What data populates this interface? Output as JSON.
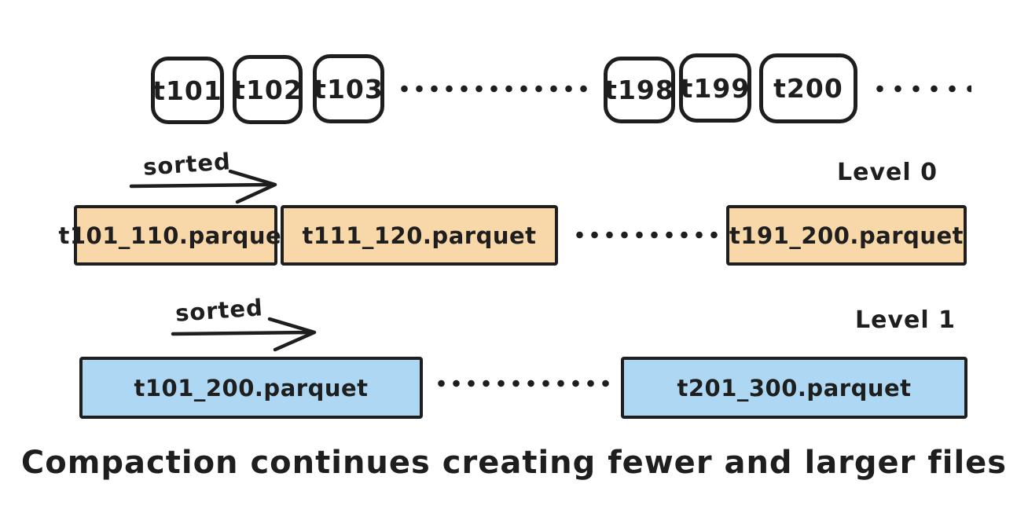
{
  "colors": {
    "stroke": "#1e1e1e",
    "level0_fill": "#f8d8a9",
    "level1_fill": "#add7f3",
    "background": "#ffffff"
  },
  "timeline": {
    "events_left": [
      "t101",
      "t102",
      "t103"
    ],
    "events_right": [
      "t198",
      "t199",
      "t200"
    ]
  },
  "level0": {
    "sorted_label": "sorted",
    "level_label": "Level 0",
    "files": [
      "t101_110.parquet",
      "t111_120.parquet",
      "t191_200.parquet"
    ]
  },
  "level1": {
    "sorted_label": "sorted",
    "level_label": "Level 1",
    "files": [
      "t101_200.parquet",
      "t201_300.parquet"
    ]
  },
  "caption": "Compaction continues creating fewer and larger files"
}
